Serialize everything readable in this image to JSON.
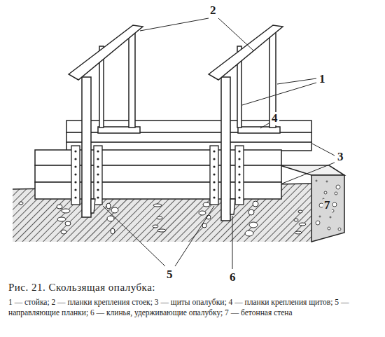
{
  "diagram": {
    "caption": "Рис. 21. Скользящая опалубка:",
    "labels": [
      "2",
      "1",
      "4",
      "3",
      "5",
      "6",
      "7",
      "1 — стойка; 2 — планки крепления стоек; 3 — щиты опалубки; 4 — планки крепления щитов; 5 — направляющие планки; 6 — клинья, удерживающие опалубку; 7 — бетонная стена"
    ]
  }
}
